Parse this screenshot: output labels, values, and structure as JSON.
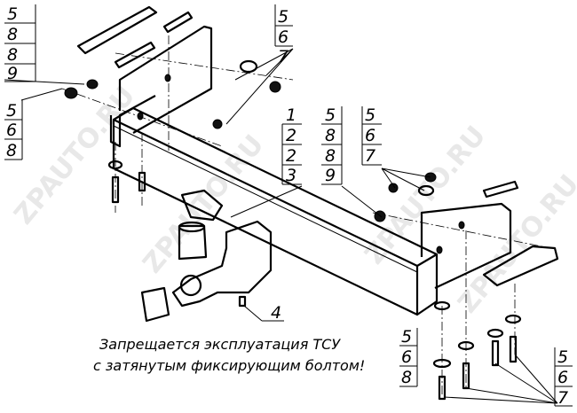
{
  "watermark": "ZPAUTO.RU",
  "caption": {
    "line1": "Запрещается эксплуатация ТСУ",
    "line2": "с затянутым фиксирующим болтом!"
  },
  "callouts": {
    "top_left": [
      "5",
      "8",
      "8",
      "9"
    ],
    "left": [
      "5",
      "6",
      "8"
    ],
    "top_middle": [
      "5",
      "6",
      "7"
    ],
    "center": [
      "1",
      "2",
      "2",
      "3"
    ],
    "center_right": [
      "5",
      "8",
      "8",
      "9"
    ],
    "right": [
      "5",
      "6",
      "7"
    ],
    "bottom_ball": [
      "4"
    ],
    "bottom_middle": [
      "5",
      "6",
      "8"
    ],
    "bottom_right": [
      "5",
      "6",
      "7"
    ]
  }
}
